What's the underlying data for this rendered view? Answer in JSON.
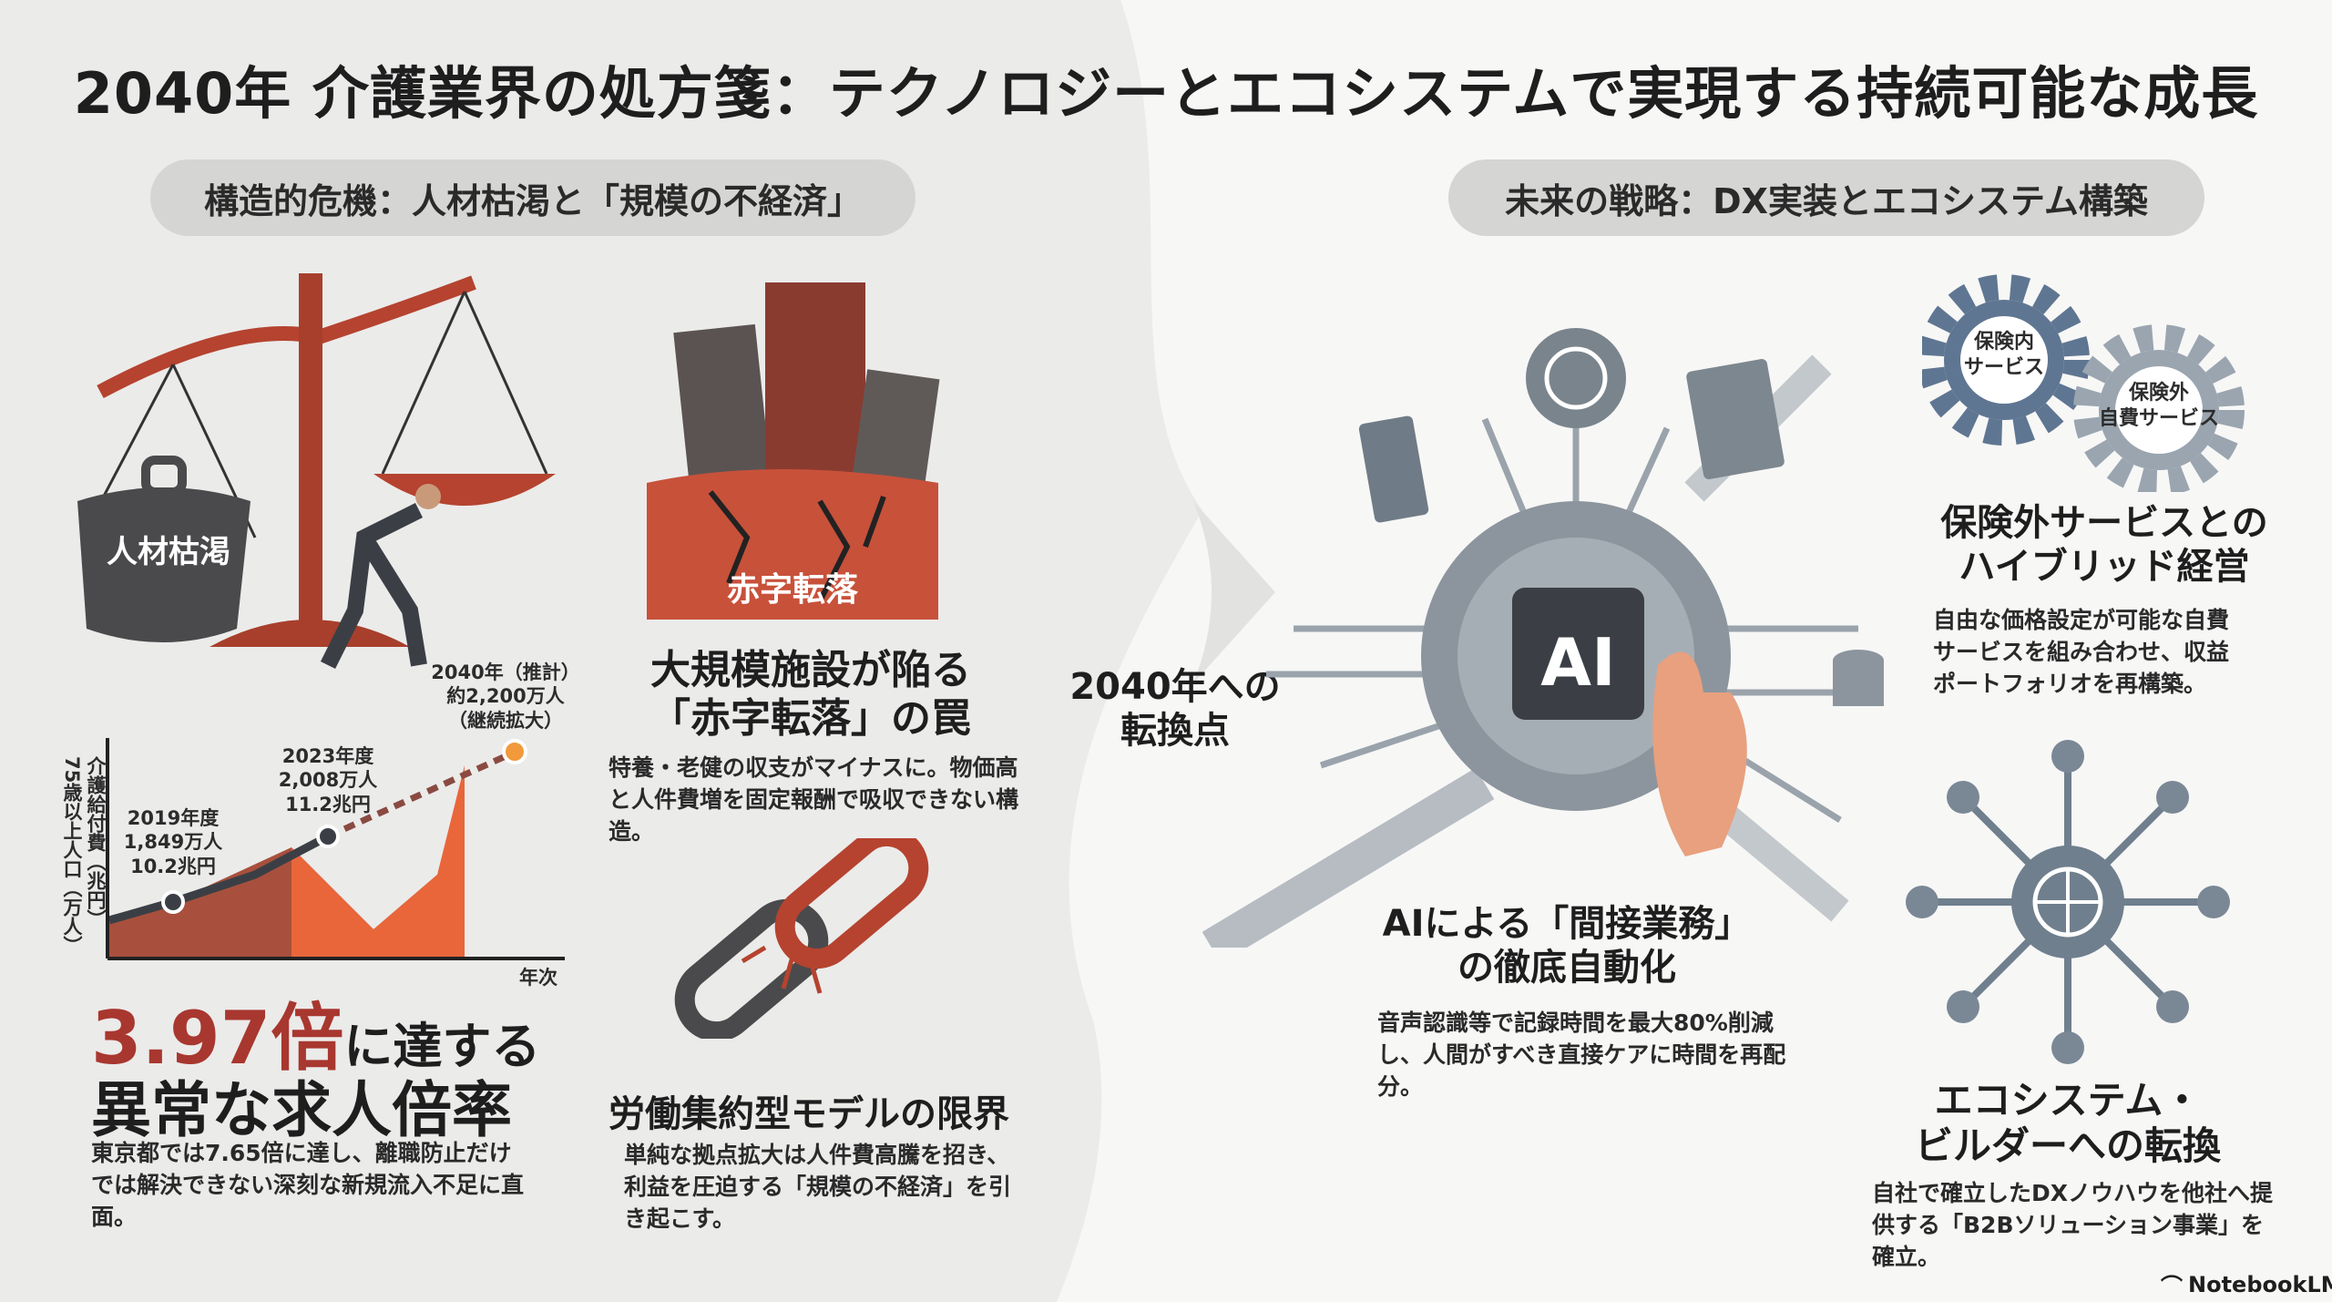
{
  "title": "2040年 介護業界の処方箋：テクノロジーとエコシステムで実現する持続可能な成長",
  "left": {
    "pill": "構造的危機：人材枯渇と「規模の不経済」",
    "scale_label": "人材枯渇",
    "building_label": "赤字転落",
    "chart": {
      "ylabel_1": "75歳以上人口（万人）",
      "ylabel_2": "介護給付費（兆円）",
      "xlabel": "年次",
      "points": [
        {
          "year": "2019年度",
          "pop": "1,849万人",
          "cost": "10.2兆円"
        },
        {
          "year": "2023年度",
          "pop": "2,008万人",
          "cost": "11.2兆円"
        },
        {
          "year": "2040年（推計）",
          "pop": "約2,200万人",
          "cost": "（継続拡大）"
        }
      ]
    },
    "ratio": {
      "number": "3.97倍",
      "rest": "に達する",
      "line2": "異常な求人倍率",
      "desc": "東京都では7.65倍に達し、離職防止だけでは解決できない深刻な新規流入不足に直面。"
    },
    "deficit": {
      "title_1": "大規模施設が陥る",
      "title_2": "「赤字転落」の罠",
      "desc": "特養・老健の収支がマイナスに。物価高と人件費増を固定報酬で吸収できない構造。"
    },
    "labor": {
      "title": "労働集約型モデルの限界",
      "desc": "単純な拠点拡大は人件費高騰を招き、利益を圧迫する「規模の不経済」を引き起こす。"
    }
  },
  "center": {
    "turning_1": "2040年への",
    "turning_2": "転換点"
  },
  "right": {
    "pill": "未来の戦略：DX実装とエコシステム構築",
    "chip": "AI",
    "ai": {
      "title_1": "AIによる「間接業務」",
      "title_2": "の徹底自動化",
      "desc": "音声認識等で記録時間を最大80%削減し、人間がすべき直接ケアに時間を再配分。"
    },
    "gear1": "保険内サービス",
    "gear1_a": "保険内",
    "gear1_b": "サービス",
    "gear2_a": "保険外",
    "gear2_b": "自費サービス",
    "hybrid": {
      "title_1": "保険外サービスとの",
      "title_2": "ハイブリッド経営",
      "desc": "自由な価格設定が可能な自費サービスを組み合わせ、収益ポートフォリオを再構築。"
    },
    "eco": {
      "title_1": "エコシステム・",
      "title_2": "ビルダーへの転換",
      "desc": "自社で確立したDXノウハウを他社へ提供する「B2Bソリューション事業」を確立。"
    }
  },
  "brand": "NotebookLM",
  "colors": {
    "accent": "#b5432f",
    "orange": "#e8663a",
    "slate": "#5f7385",
    "dark": "#3b3f45"
  }
}
